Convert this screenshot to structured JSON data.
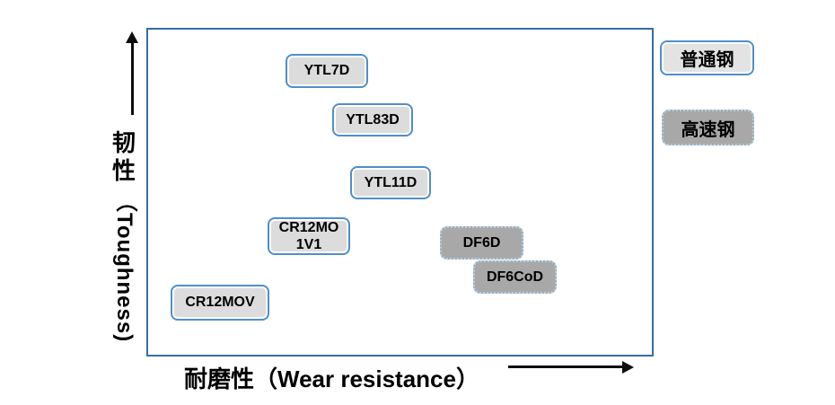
{
  "axes": {
    "y_label_cn": "韧性",
    "y_label_en": "（Toughness)",
    "x_label": "耐磨性（Wear resistance）"
  },
  "legend": [
    {
      "label": "普通钢",
      "category": "ordinary-steel"
    },
    {
      "label": "高速钢",
      "category": "high-speed-steel"
    }
  ],
  "colors": {
    "plot_border": "#3a6ba5",
    "ordinary_box_fill": "#dcdcdc",
    "ordinary_box_border": "#4f8fca",
    "high_speed_box_fill": "#a8a8a8",
    "high_speed_box_border": "#aed1ec",
    "text": "#000000",
    "arrow": "#0d0d0d"
  },
  "chart_data": {
    "type": "scatter",
    "title": "",
    "xlabel": "耐磨性（Wear resistance）",
    "ylabel": "韧性（Toughness)",
    "xlim": [
      0,
      1
    ],
    "ylim": [
      0,
      1
    ],
    "grid": false,
    "legend_position": "right-outside",
    "legend_entries": [
      "普通钢",
      "高速钢"
    ],
    "note": "Qualitative positioning chart; axes have no numeric ticks. x/y are normalized 0-1 positions of each labeled box inside the plot frame.",
    "points": [
      {
        "label": "YTL7D",
        "category": "普通钢",
        "x": 0.36,
        "y": 0.87
      },
      {
        "label": "YTL83D",
        "category": "普通钢",
        "x": 0.45,
        "y": 0.72
      },
      {
        "label": "YTL11D",
        "category": "普通钢",
        "x": 0.48,
        "y": 0.53
      },
      {
        "label": "CR12MO 1V1",
        "category": "普通钢",
        "x": 0.32,
        "y": 0.37
      },
      {
        "label": "CR12MOV",
        "category": "普通钢",
        "x": 0.15,
        "y": 0.16
      },
      {
        "label": "DF6D",
        "category": "高速钢",
        "x": 0.66,
        "y": 0.35
      },
      {
        "label": "DF6CoD",
        "category": "高速钢",
        "x": 0.73,
        "y": 0.24
      }
    ]
  }
}
